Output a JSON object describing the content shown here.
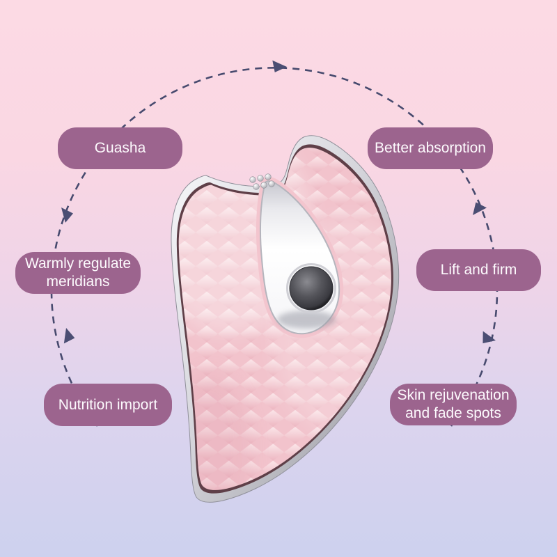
{
  "features": {
    "guasha": "Guasha",
    "better_absorption": "Better absorption",
    "warmly_regulate": "Warmly regulate meridians",
    "lift_and_firm": "Lift and firm",
    "nutrition_import": "Nutrition import",
    "skin_rejuvenation": "Skin rejuvenation and fade spots"
  },
  "icons": {
    "flow_arrow": "filled-triangle-arrowhead",
    "power_button": "round-metal-button",
    "led_dots": "six-dot-cluster"
  },
  "colors": {
    "background_top": "#fcdae4",
    "background_bottom": "#ccd1ee",
    "pill_background": "#9c648e",
    "pill_text": "#fdfafd",
    "dash_and_arrow": "#474a6e",
    "device_body_pink": "#f3c6cf",
    "device_rim_silver": "#c9c9d1"
  }
}
